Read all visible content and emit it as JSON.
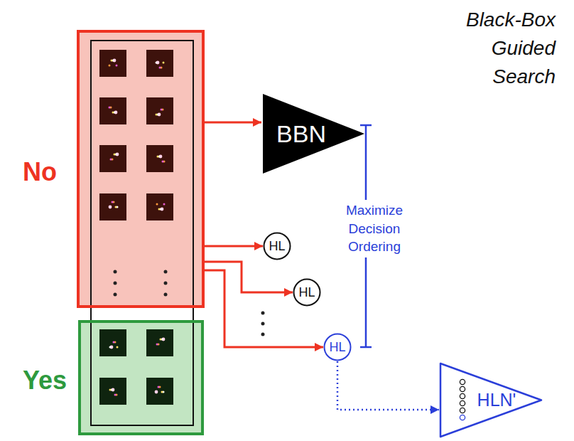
{
  "diagram": {
    "title": "Black-Box Guided Search",
    "nodes": [
      {
        "text": [
          "No"
        ]
      },
      {
        "text": [
          "BBN"
        ]
      },
      {
        "text": [
          "HL"
        ]
      },
      {
        "text": [
          "HL"
        ]
      },
      {
        "text": [
          "HL"
        ]
      },
      {
        "text": [
          "Yes"
        ]
      },
      {
        "text": [
          "HLN'"
        ]
      }
    ],
    "edges": [
      {
        "from": 0,
        "to": 1,
        "arrow": "to"
      },
      {
        "from": 0,
        "to": 2,
        "arrow": "to"
      },
      {
        "from": 0,
        "to": 3,
        "arrow": "to"
      },
      {
        "from": 0,
        "to": 4,
        "arrow": "to"
      },
      {
        "from": 4,
        "to": 6,
        "arrow": "to"
      }
    ],
    "labels": [
      "Maximize Decision Ordering"
    ]
  }
}
